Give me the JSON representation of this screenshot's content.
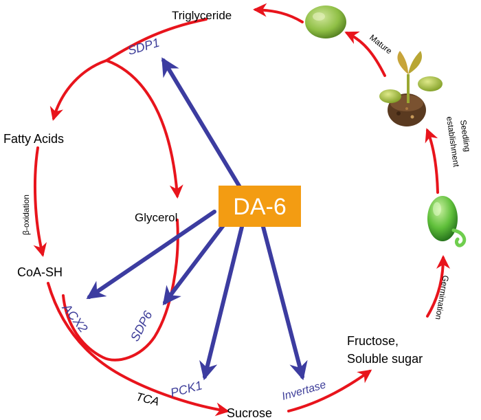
{
  "center": {
    "label": "DA-6",
    "color": "#f39c12"
  },
  "colors": {
    "pathway": "#e8141c",
    "regulation": "#3c3ca0",
    "enzyme_text": "#3d3d99"
  },
  "metabolites": {
    "triglyceride": "Triglyceride",
    "fatty_acids": "Fatty Acids",
    "glycerol": "Glycerol",
    "coa_sh": "CoA-SH",
    "sucrose": "Sucrose",
    "fructose_line1": "Fructose,",
    "fructose_line2": "Soluble sugar"
  },
  "enzymes": {
    "sdp1": "SDP1",
    "acx2": "ACX2",
    "sdp6": "SDP6",
    "pck1": "PCK1",
    "invertase": "Invertase"
  },
  "processes": {
    "beta_oxidation": "β-oxidation",
    "tca": "TCA",
    "mature": "Mature",
    "seedling_line1": "Seedling",
    "seedling_line2": "establishment",
    "germination": "Germination"
  },
  "images": {
    "mature_seed": "mature-seed",
    "seedling": "seedling-plant",
    "germinating_seed": "germinating-seed"
  }
}
